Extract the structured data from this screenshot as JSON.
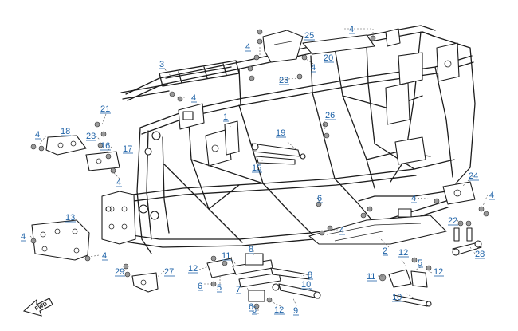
{
  "forward_marker": {
    "text": "FWD"
  },
  "callouts": [
    {
      "id": "c1",
      "label": "1"
    },
    {
      "id": "c2",
      "label": "2"
    },
    {
      "id": "c3",
      "label": "3"
    },
    {
      "id": "c4a",
      "label": "4"
    },
    {
      "id": "c4b",
      "label": "4"
    },
    {
      "id": "c4c",
      "label": "4"
    },
    {
      "id": "c4d",
      "label": "4"
    },
    {
      "id": "c4e",
      "label": "4"
    },
    {
      "id": "c4f",
      "label": "4"
    },
    {
      "id": "c4g",
      "label": "4"
    },
    {
      "id": "c4h",
      "label": "4"
    },
    {
      "id": "c4i",
      "label": "4"
    },
    {
      "id": "c4j",
      "label": "4"
    },
    {
      "id": "c4k",
      "label": "4"
    },
    {
      "id": "c5a",
      "label": "5"
    },
    {
      "id": "c5b",
      "label": "5"
    },
    {
      "id": "c5c",
      "label": "5"
    },
    {
      "id": "c6a",
      "label": "6"
    },
    {
      "id": "c6b",
      "label": "6"
    },
    {
      "id": "c6c",
      "label": "6"
    },
    {
      "id": "c7",
      "label": "7"
    },
    {
      "id": "c8a",
      "label": "8"
    },
    {
      "id": "c8b",
      "label": "8"
    },
    {
      "id": "c9",
      "label": "9"
    },
    {
      "id": "c10a",
      "label": "10"
    },
    {
      "id": "c10b",
      "label": "10"
    },
    {
      "id": "c11a",
      "label": "11"
    },
    {
      "id": "c11b",
      "label": "11"
    },
    {
      "id": "c12a",
      "label": "12"
    },
    {
      "id": "c12b",
      "label": "12"
    },
    {
      "id": "c12c",
      "label": "12"
    },
    {
      "id": "c12d",
      "label": "12"
    },
    {
      "id": "c13",
      "label": "13"
    },
    {
      "id": "c15",
      "label": "15"
    },
    {
      "id": "c16",
      "label": "16"
    },
    {
      "id": "c17",
      "label": "17"
    },
    {
      "id": "c18",
      "label": "18"
    },
    {
      "id": "c19",
      "label": "19"
    },
    {
      "id": "c20",
      "label": "20"
    },
    {
      "id": "c21",
      "label": "21"
    },
    {
      "id": "c22",
      "label": "22"
    },
    {
      "id": "c23a",
      "label": "23"
    },
    {
      "id": "c23b",
      "label": "23"
    },
    {
      "id": "c24",
      "label": "24"
    },
    {
      "id": "c25",
      "label": "25"
    },
    {
      "id": "c26",
      "label": "26"
    },
    {
      "id": "c27",
      "label": "27"
    },
    {
      "id": "c28",
      "label": "28"
    },
    {
      "id": "c29",
      "label": "29"
    }
  ]
}
